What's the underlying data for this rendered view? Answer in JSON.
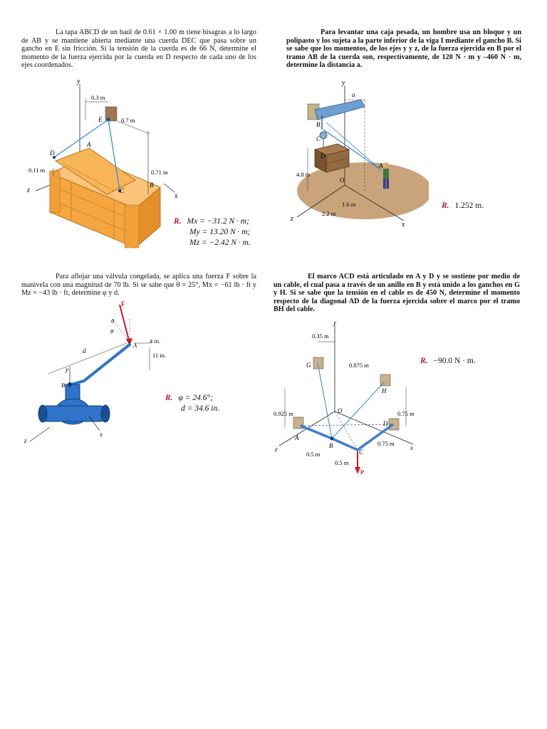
{
  "problems": [
    {
      "text": "La tapa ABCD de un baúl de 0.61 × 1.00 m tiene bisagras a lo largo de AB y se mantiene abierta mediante una cuerda DEC que pasa sobre un gancho en E sin fricción. Si la tensión de la cuerda es de 66 N, determine el momento de la fuerza ejercida por la cuerda en D respecto de cada uno de los ejes coordenados.",
      "answer_label": "R.",
      "answers": [
        "Mx = −31.2 N · m;",
        "My = 13.20 N · m;",
        "Mz = −2.42 N · m."
      ],
      "figure": {
        "labels": {
          "y": "y",
          "x": "x",
          "z": "z",
          "A": "A",
          "B": "B",
          "C": "C",
          "D": "D",
          "E": "E",
          "dim1": "0.3 m",
          "dim2": "0.7 m",
          "dim3": "0.11 m",
          "dim4": "0.71 m"
        }
      }
    },
    {
      "text": "Para levantar una caja pesada, un hombre usa un bloque y un polipasto y los sujeta a la parte inferior de la viga I mediante el gancho B. Si se sabe que los momentos, de los ejes y y z, de la fuerza ejercida en B por el tramo AB de la cuerda son, respectivamente, de 120 N · m y –460 N · m, determine la distancia a.",
      "answer_label": "R.",
      "answers": [
        "1.252 m."
      ],
      "figure": {
        "labels": {
          "y": "y",
          "x": "x",
          "z": "z",
          "O": "O",
          "A": "A",
          "B": "B",
          "C": "C",
          "D": "D",
          "a": "a",
          "dim1": "4.8 m",
          "dim2": "1.6 m",
          "dim3": "2.2 m"
        }
      }
    },
    {
      "text": "Para aflojar una válvula congelada, se aplica una fuerza F sobre la manivela con una magnitud de 70 lb. Si se sabe que θ = 25°, Mx = −61 lb · ft y Mz = −43 lb · ft, determine φ y d.",
      "answer_label": "R.",
      "answers": [
        "φ = 24.6°;",
        "d = 34.6 in."
      ],
      "figure": {
        "labels": {
          "F": "F",
          "theta": "θ",
          "phi": "φ",
          "A": "A",
          "B": "B",
          "d": "d",
          "x": "x",
          "y": "y",
          "z": "z",
          "dim1": "4 in.",
          "dim2": "11 in."
        }
      }
    },
    {
      "text": "El marco ACD está articulado en A y D y se sostiene por medio de un cable, el cual pasa a través de un anillo en B y está unido a los ganchos en G y H. Si se sabe que la tensión en el cable es de 450 N, determine el momento respecto de la diagonal AD de la fuerza ejercida sobre el marco por el tramo BH del cable.",
      "answer_label": "R.",
      "answers": [
        "−90.0 N · m."
      ],
      "figure": {
        "labels": {
          "y": "y",
          "x": "x",
          "z": "z",
          "O": "O",
          "A": "A",
          "B": "B",
          "C": "C",
          "D": "D",
          "G": "G",
          "H": "H",
          "P": "P",
          "dim1": "0.35 m",
          "dim2": "0.875 m",
          "dim3": "0.925 m",
          "dim4": "0.75 m",
          "dim5": "0.75 m",
          "dim6": "0.5 m",
          "dim7": "0.5 m"
        }
      }
    }
  ]
}
